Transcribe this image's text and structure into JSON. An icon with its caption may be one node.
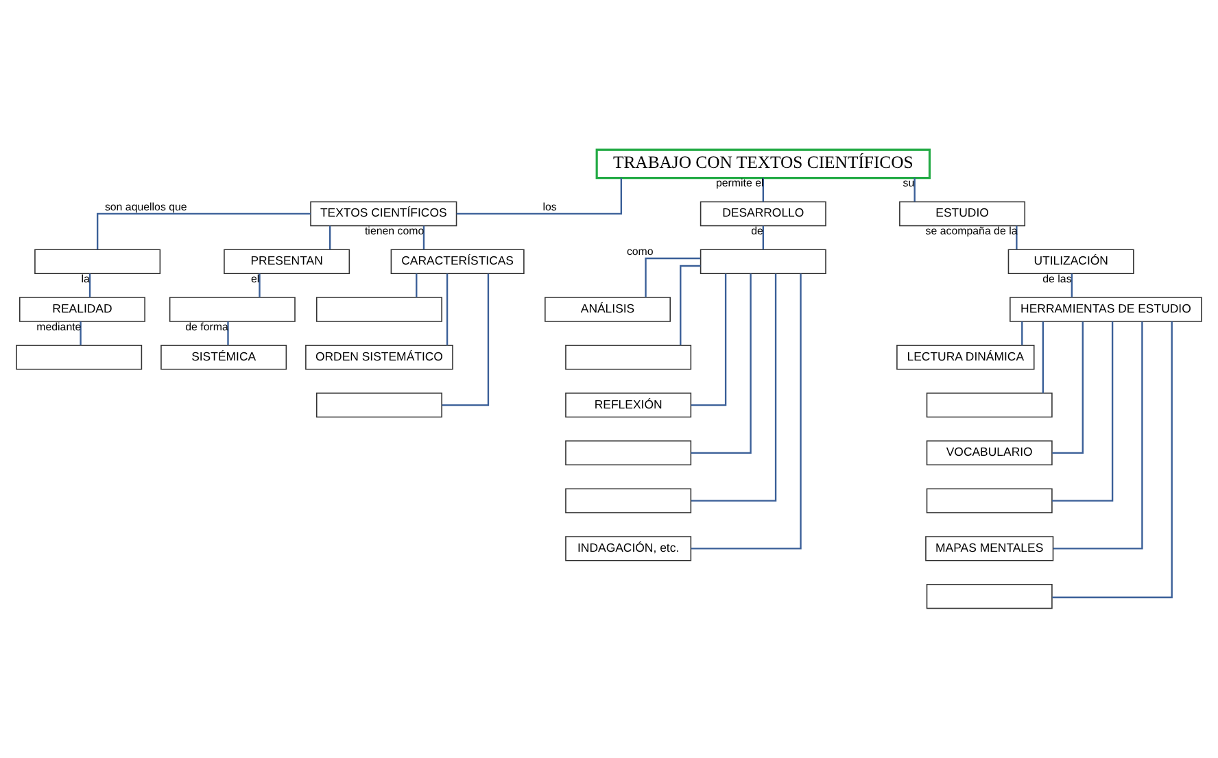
{
  "diagram": {
    "nodes": [
      {
        "text": [
          "TRABAJO CON TEXTOS CIENTÍFICOS"
        ]
      },
      {
        "text": [
          "TEXTOS CIENTÍFICOS"
        ]
      },
      {
        "text": [
          "DESARROLLO"
        ]
      },
      {
        "text": [
          "ESTUDIO"
        ]
      },
      {
        "text": [],
        "shape": "box"
      },
      {
        "text": [
          "PRESENTAN"
        ]
      },
      {
        "text": [
          "CARACTERÍSTICAS"
        ]
      },
      {
        "text": [
          "REALIDAD"
        ]
      },
      {
        "text": [],
        "shape": "box"
      },
      {
        "text": [],
        "shape": "box"
      },
      {
        "text": [
          "SISTÉMICA"
        ]
      },
      {
        "text": [],
        "shape": "box"
      },
      {
        "text": [
          "ORDEN SISTEMÁTICO"
        ]
      },
      {
        "text": [],
        "shape": "box"
      },
      {
        "text": [],
        "shape": "box"
      },
      {
        "text": [
          "ANÁLISIS"
        ]
      },
      {
        "text": [],
        "shape": "box"
      },
      {
        "text": [
          "REFLEXIÓN"
        ]
      },
      {
        "text": [],
        "shape": "box"
      },
      {
        "text": [],
        "shape": "box"
      },
      {
        "text": [
          "INDAGACIÓN, etc."
        ]
      },
      {
        "text": [
          "UTILIZACIÓN"
        ]
      },
      {
        "text": [
          "HERRAMIENTAS DE ESTUDIO"
        ]
      },
      {
        "text": [
          "LECTURA DINÁMICA"
        ]
      },
      {
        "text": [],
        "shape": "box"
      },
      {
        "text": [
          "VOCABULARIO"
        ]
      },
      {
        "text": [],
        "shape": "box"
      },
      {
        "text": [
          "MAPAS MENTALES"
        ]
      },
      {
        "text": [],
        "shape": "box"
      }
    ],
    "edges": [
      {
        "from": 0,
        "to": 1,
        "arrow": "none",
        "label": "los"
      },
      {
        "from": 0,
        "to": 2,
        "arrow": "none",
        "label": "permite el"
      },
      {
        "from": 0,
        "to": 3,
        "arrow": "none",
        "label": "su"
      },
      {
        "from": 1,
        "to": 4,
        "arrow": "none",
        "label": "son aquellos que"
      },
      {
        "from": 1,
        "to": 5,
        "arrow": "none"
      },
      {
        "from": 1,
        "to": 6,
        "arrow": "none",
        "label": "tienen como"
      },
      {
        "from": 4,
        "to": 7,
        "arrow": "none",
        "label": "la"
      },
      {
        "from": 7,
        "to": 8,
        "arrow": "none",
        "label": "mediante"
      },
      {
        "from": 5,
        "to": 9,
        "arrow": "none",
        "label": "el"
      },
      {
        "from": 9,
        "to": 10,
        "arrow": "none",
        "label": "de forma"
      },
      {
        "from": 6,
        "to": 11,
        "arrow": "none"
      },
      {
        "from": 6,
        "to": 12,
        "arrow": "none"
      },
      {
        "from": 6,
        "to": 13,
        "arrow": "none"
      },
      {
        "from": 2,
        "to": 14,
        "arrow": "none",
        "label": "de"
      },
      {
        "from": 14,
        "to": 15,
        "arrow": "none",
        "label": "como"
      },
      {
        "from": 14,
        "to": 16,
        "arrow": "none"
      },
      {
        "from": 14,
        "to": 17,
        "arrow": "none"
      },
      {
        "from": 14,
        "to": 18,
        "arrow": "none"
      },
      {
        "from": 14,
        "to": 19,
        "arrow": "none"
      },
      {
        "from": 14,
        "to": 20,
        "arrow": "none"
      },
      {
        "from": 3,
        "to": 21,
        "arrow": "none",
        "label": "se acompaña de la"
      },
      {
        "from": 21,
        "to": 22,
        "arrow": "none",
        "label": "de las"
      },
      {
        "from": 22,
        "to": 23,
        "arrow": "none"
      },
      {
        "from": 22,
        "to": 24,
        "arrow": "none"
      },
      {
        "from": 22,
        "to": 25,
        "arrow": "none"
      },
      {
        "from": 22,
        "to": 26,
        "arrow": "none"
      },
      {
        "from": 22,
        "to": 27,
        "arrow": "none"
      },
      {
        "from": 22,
        "to": 28,
        "arrow": "none"
      }
    ]
  }
}
